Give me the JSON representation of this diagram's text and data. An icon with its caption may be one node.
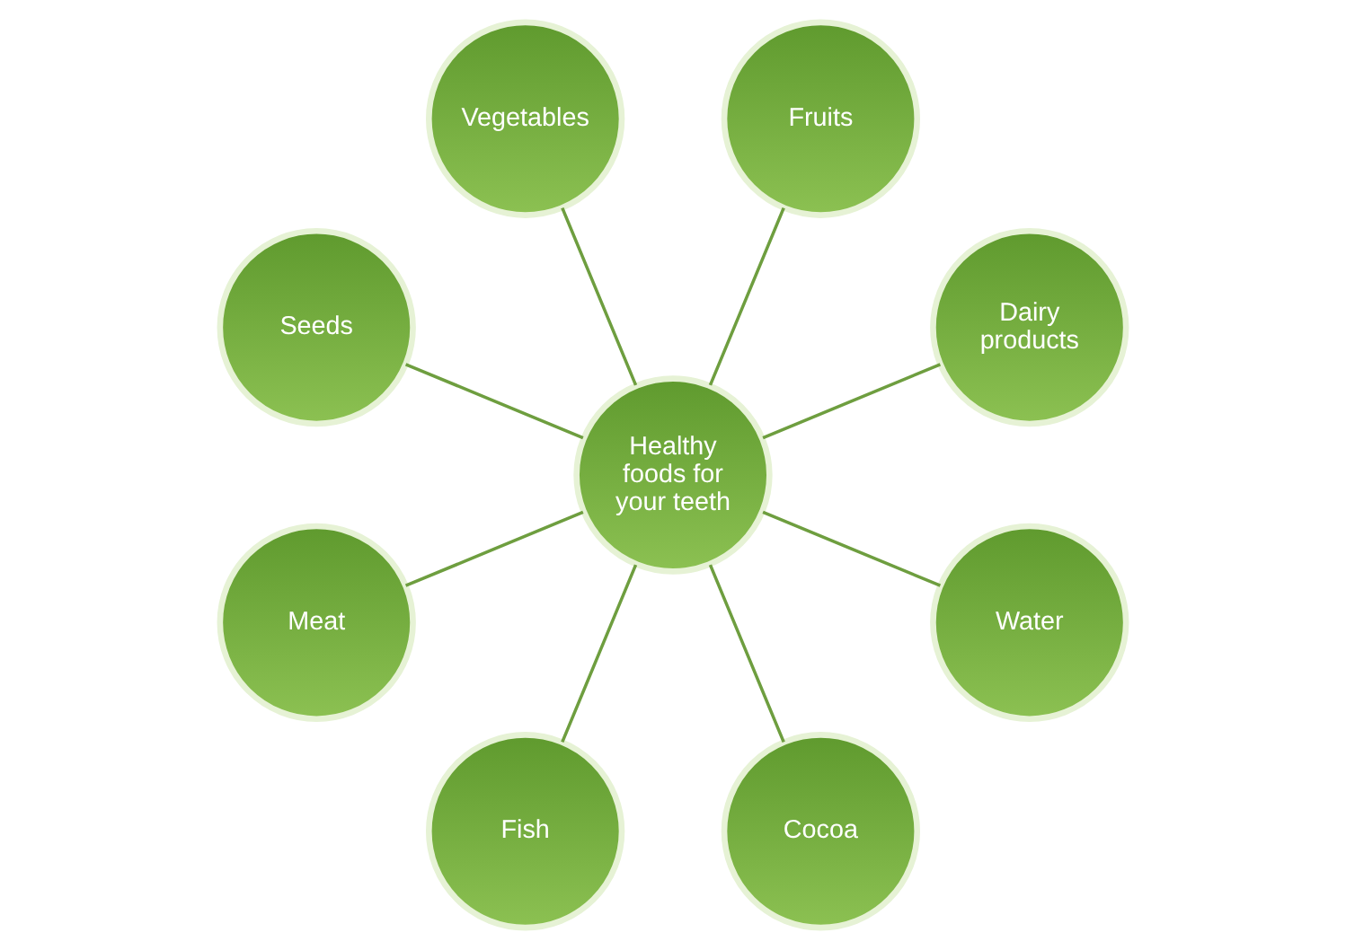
{
  "diagram": {
    "nodes": [
      {
        "text": [
          "Healthy foods for your teeth"
        ]
      },
      {
        "text": [
          "Dairy products"
        ]
      },
      {
        "text": [
          "Fruits"
        ]
      },
      {
        "text": [
          "Vegetables"
        ]
      },
      {
        "text": [
          "Seeds"
        ]
      },
      {
        "text": [
          "Meat"
        ]
      },
      {
        "text": [
          "Fish"
        ]
      },
      {
        "text": [
          "Cocoa"
        ]
      },
      {
        "text": [
          "Water"
        ]
      }
    ],
    "edges": [
      {
        "from": 0,
        "to": 1,
        "arrow": "none"
      },
      {
        "from": 0,
        "to": 2,
        "arrow": "none"
      },
      {
        "from": 0,
        "to": 3,
        "arrow": "none"
      },
      {
        "from": 0,
        "to": 4,
        "arrow": "none"
      },
      {
        "from": 0,
        "to": 5,
        "arrow": "none"
      },
      {
        "from": 0,
        "to": 6,
        "arrow": "none"
      },
      {
        "from": 0,
        "to": 7,
        "arrow": "none"
      },
      {
        "from": 0,
        "to": 8,
        "arrow": "none"
      }
    ]
  }
}
